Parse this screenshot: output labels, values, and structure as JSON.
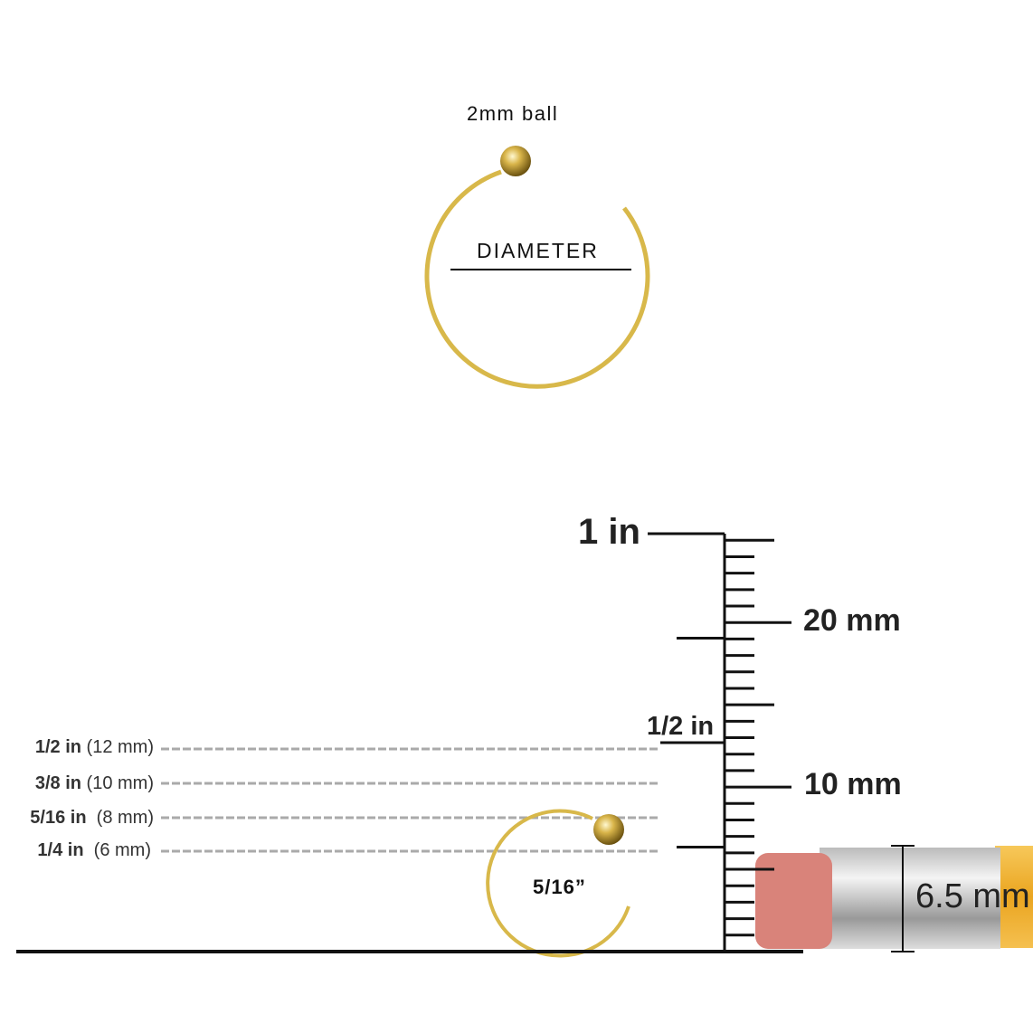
{
  "top_diagram": {
    "ball_label": "2mm ball",
    "diameter_label": "DIAMETER"
  },
  "size_lines": [
    {
      "inch": "1/2 in",
      "mm": "(12 mm)"
    },
    {
      "inch": "3/8 in",
      "mm": "(10 mm)"
    },
    {
      "inch": "5/16 in",
      "mm": "(8 mm)"
    },
    {
      "inch": "1/4 in",
      "mm": "(6 mm)"
    }
  ],
  "ruler": {
    "one_inch": "1 in",
    "half_inch": "1/2 in",
    "mm20": "20 mm",
    "mm10": "10 mm",
    "total_mm_ticks": 25
  },
  "ring_sample_label": "5/16”",
  "pencil_label": "6.5 mm",
  "colors": {
    "gold": "#d8b84a",
    "eraser": "#d9837a",
    "pencil": "#f0b030",
    "dash": "#aaaaaa"
  }
}
